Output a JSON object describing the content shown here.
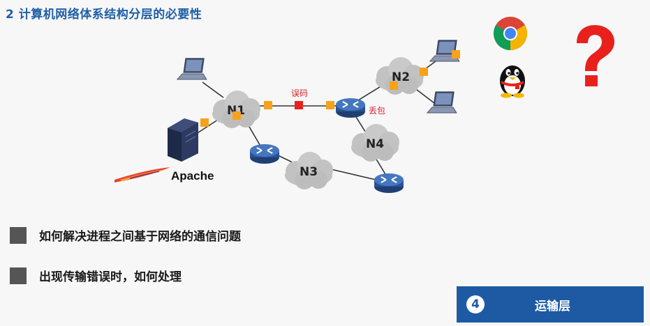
{
  "slide": {
    "title": "2 计算机网络体系结构分层的必要性"
  },
  "diagram": {
    "clouds": [
      {
        "id": "n1",
        "label": "N1"
      },
      {
        "id": "n2",
        "label": "N2"
      },
      {
        "id": "n3",
        "label": "N3"
      },
      {
        "id": "n4",
        "label": "N4"
      }
    ],
    "error_label": "误码",
    "loss_label": "丢包",
    "server_label": "Apache",
    "colors": {
      "packet_ok": "#f7a21b",
      "packet_error": "#e8211d",
      "router": "#2f5d9e",
      "cloud": "#bfbfbf",
      "question": "#e8211d"
    },
    "icons": [
      "chrome-icon",
      "qq-penguin-icon",
      "question-mark-icon",
      "laptop-icon",
      "server-icon",
      "router-icon",
      "apache-feather-icon"
    ]
  },
  "bullets": [
    {
      "text": "如何解决进程之间基于网络的通信问题"
    },
    {
      "text": "出现传输错误时，如何处理"
    }
  ],
  "layer": {
    "number": "4",
    "label": "运输层"
  }
}
